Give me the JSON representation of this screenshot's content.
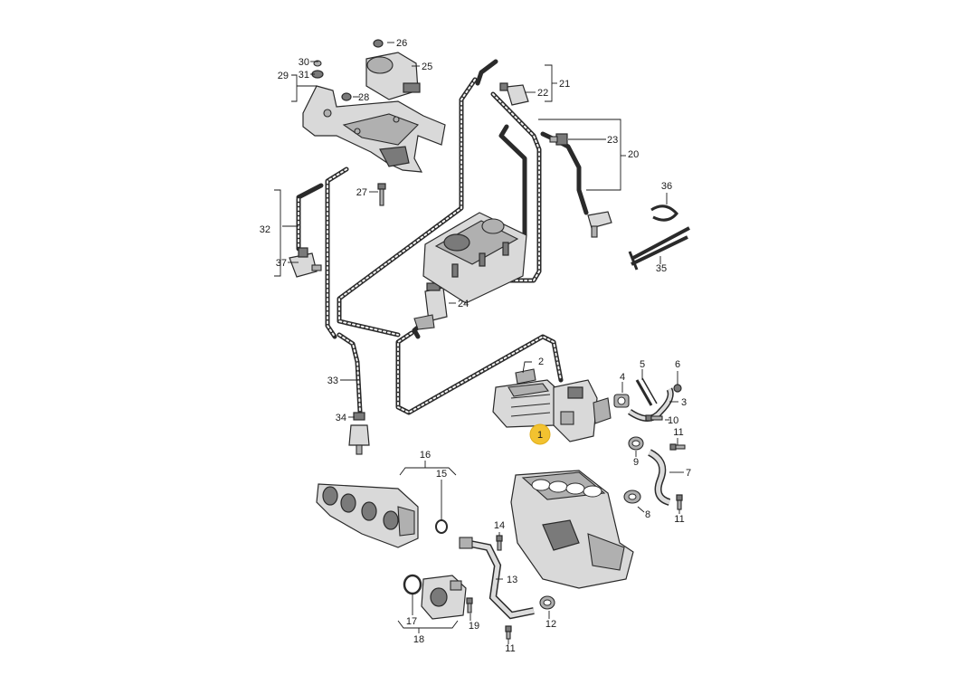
{
  "diagram": {
    "highlight_color": "#f2c230",
    "highlight_label": "1",
    "callouts": [
      {
        "id": "c2",
        "label": "2"
      },
      {
        "id": "c3",
        "label": "3"
      },
      {
        "id": "c4",
        "label": "4"
      },
      {
        "id": "c5",
        "label": "5"
      },
      {
        "id": "c6",
        "label": "6"
      },
      {
        "id": "c7",
        "label": "7"
      },
      {
        "id": "c8",
        "label": "8"
      },
      {
        "id": "c9",
        "label": "9"
      },
      {
        "id": "c10",
        "label": "10"
      },
      {
        "id": "c11a",
        "label": "11"
      },
      {
        "id": "c11b",
        "label": "11"
      },
      {
        "id": "c11c",
        "label": "11"
      },
      {
        "id": "c12",
        "label": "12"
      },
      {
        "id": "c13",
        "label": "13"
      },
      {
        "id": "c14",
        "label": "14"
      },
      {
        "id": "c15",
        "label": "15"
      },
      {
        "id": "c16",
        "label": "16"
      },
      {
        "id": "c17",
        "label": "17"
      },
      {
        "id": "c18",
        "label": "18"
      },
      {
        "id": "c19",
        "label": "19"
      },
      {
        "id": "c20",
        "label": "20"
      },
      {
        "id": "c21",
        "label": "21"
      },
      {
        "id": "c22",
        "label": "22"
      },
      {
        "id": "c23",
        "label": "23"
      },
      {
        "id": "c24",
        "label": "24"
      },
      {
        "id": "c25",
        "label": "25"
      },
      {
        "id": "c26",
        "label": "26"
      },
      {
        "id": "c27",
        "label": "27"
      },
      {
        "id": "c28",
        "label": "28"
      },
      {
        "id": "c29",
        "label": "29"
      },
      {
        "id": "c30",
        "label": "30"
      },
      {
        "id": "c31",
        "label": "31"
      },
      {
        "id": "c32",
        "label": "32"
      },
      {
        "id": "c33",
        "label": "33"
      },
      {
        "id": "c34",
        "label": "34"
      },
      {
        "id": "c35",
        "label": "35"
      },
      {
        "id": "c36",
        "label": "36"
      },
      {
        "id": "c37",
        "label": "37"
      }
    ]
  }
}
